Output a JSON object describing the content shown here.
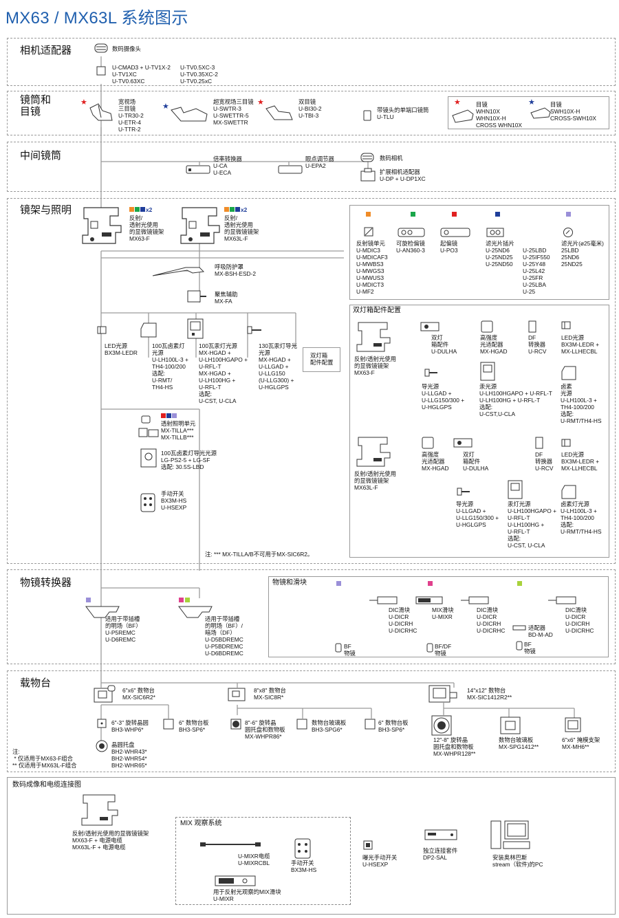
{
  "page_title": "MX63 / MX63L 系统图示",
  "sections": {
    "camera": "相机适配器",
    "tubes": "镜筒和\n目镜",
    "intermediate": "中间镜筒",
    "stand": "镜架与照明",
    "nosepiece": "物镜转换器",
    "stage": "载物台",
    "digital": "数码成像和电缆连接图"
  },
  "camera": {
    "digital_head": "数码摄像头",
    "adapters_left": "U-CMAD3 + U-TV1X-2\nU-TV1XC\nU-TV0.63XC",
    "adapters_right": "U-TV0.5XC-3\nU-TV0.35XC-2\nU-TV0.25xC"
  },
  "tubes": {
    "wide": "宽视场\n三目镜\nU-TR30-2\nU-ETR-4\nU-TTR-2",
    "superwide": "超宽视场三目镜\nU-SWTR-3\nU-SWETTR-5\nMX-SWETTR",
    "binocular": "双目镜\nU-BI30-2\nU-TBI-3",
    "single": "带镜头的单端口镜筒\nU-TLU",
    "eyepiece1_label": "目镜",
    "eyepiece1": "WHN10X\nWHN10X-H\nCROSS WHN10X",
    "eyepiece2_label": "目镜",
    "eyepiece2": "SWH10X-H\nCROSS-SWH10X"
  },
  "intermediate": {
    "magchanger": "倍率转换器\nU-CA\nU-ECA",
    "eyepoint": "眼点调节器\nU-EPA2",
    "digital_camera": "数码相机",
    "ext_adapter": "扩展相机适配器\nU-DP + U-DP1XC"
  },
  "stand": {
    "x2": "x2",
    "frame_f": "反射/\n透射光使用\n的显微镜镜架\nMX63-F",
    "frame_lf": "反射/\n透射光使用\n的显微镜镜架\nMX63L-F",
    "breath": "呼吸防护罩\nMX-BSH-ESD-2",
    "focus": "聚焦辅助\nMX-FA",
    "led": "LED光源\nBX3M-LEDR",
    "halogen100": "100瓦卤素灯\n光源\nU-LH100L-3 +\nTH4-100/200\n选配:\nU-RMT/\nTH4-HS",
    "mercury100": "100瓦汞灯光源\nMX-HGAD +\nU-LH100HGAPO +\nU-RFL-T\nMX-HGAD +\nU-LH100HG +\nU-RFL-T\n选配:\nU-CST, U-CLA",
    "lightguide130": "130瓦汞灯导光\n光源\nMX-HGAD +\nU-LLGAD +\nU-LLG150\n(U-LLG300) +\nU-HGLGPS",
    "dual_lamp_btn": "双灯箱\n配件配置",
    "trans_unit": "透射照明单元\nMX-TILLA***\nMX-TILLB***",
    "halogen100_lg": "100瓦卤素灯导光光源\nLG-PS2-5 + LG-SF\n选配: 30.5S-LBD",
    "handswitch": "手动开关\nBX3M-HS\nU-HSEXP",
    "note": "注: *** MX-TILLA/B不可用于MX-SIC6R2。"
  },
  "filters": {
    "mirror": "反射镜单元\nU-MDIC3\nU-MDICAF3\nU-MWBS3\nU-MWGS3\nU-MWUS3\nU-MDICT3\nU-MF2",
    "analyzer": "可旋检偏镜\nU-AN360-3",
    "polarizer": "起偏镜\nU-PO3",
    "slider": "滤光片插片\nU-25ND6\nU-25ND25\nU-25ND50",
    "slider2": "U-25LBD\nU-25IF550\nU-25Y48\nU-25L42\nU-25FR\nU-25LBA\nU-25",
    "filter25": "滤光片(ø25毫米)\n25LBD\n25ND6\n25ND25"
  },
  "dual": {
    "title": "双灯箱配件配置",
    "frame_f": "反射/透射光使用\n的显微镜镜架\nMX63-F",
    "dulha1": "双灯\n箱配件\nU-DULHA",
    "hgad1": "高强度\n光适配器\nMX-HGAD",
    "rcv1": "DF\n转换器\nU-RCV",
    "led1": "LED光源\nBX3M-LEDR +\nMX-LLHECBL",
    "lg1": "导光源\nU-LLGAD +\nU-LLG150/300 +\nU-HGLGPS",
    "hg1": "汞光源\nU-LH100HGAPO + U-RFL-T\nU-LH100HG + U-RFL-T\n选配:\nU-CST,U-CLA",
    "hal1": "卤素\n光源\nU-LH100L-3 +\nTH4-100/200\n选配:\nU-RMT/TH4-HS",
    "frame_lf": "反射/透射光使用\n的显微镜镜架\nMX63L-F",
    "hgad2": "高强度\n光适配器\nMX-HGAD",
    "dulha2": "双灯\n箱配件\nU-DULHA",
    "rcv2": "DF\n转换器\nU-RCV",
    "led2": "LED光源\nBX3M-LEDR +\nMX-LLHECBL",
    "lg2": "导光源\nU-LLGAD +\nU-LLG150/300 +\nU-HGLGPS",
    "hg2": "汞灯光源\nU-LH100HGAPO +\nU-RFL-T\nU-LH100HG +\nU-RFL-T\n选配:\nU-CST, U-CLA",
    "hal2": "卤素灯光源\nU-LH100L-3 +\nTH4-100/200\n选配:\nU-RMT/TH4-HS"
  },
  "nosepiece": {
    "bf": "适用于带插槽\n的明场（BF）\nU-P5REMC\nU-D6REMC",
    "bfdf": "适用于带插槽\n的明场（BF）/\n暗场（DF）\nU-D5BDREMC\nU-P5BDREMC\nU-D6BDREMC",
    "slider_title": "物镜和滑块",
    "obj_bf1": "BF\n物镜",
    "dic1": "DIC滑块\nU-DICR\nU-DICRH\nU-DICRHC",
    "mix": "MIX滑块\nU-MIXR",
    "obj_bfdf": "BF/DF\n物镜",
    "dic2": "DIC滑块\nU-DICR\nU-DICRH\nU-DICRHC",
    "obj_bf2": "BF\n物镜",
    "adapter": "适配器\nBD-M-AD",
    "dic3": "DIC滑块\nU-DICR\nU-DICRH\nU-DICRHC"
  },
  "stage": {
    "s6": "6\"x6\" 数物台\nMX-SIC6R2*",
    "s8": "8\"x8\" 数物台\nMX-SIC8R*",
    "s14": "14\"x12\" 数物台\nMX-SIC1412R2**",
    "whp6": "6\"-3\" 旋转晶圆\nBH3-WHP6*",
    "sp6a": "6\" 数物台板\nBH3-SP6*",
    "whp86": "8\"-6\" 旋转晶\n圆托盘和数物板\nMX-WHPR86*",
    "spg6": "数物台玻璃板\nBH3-SPG6*",
    "sp6b": "6\" 数物台板\nBH3-SP6*",
    "whp128": "12\"-8\" 旋转晶\n圆托盘和数物板\nMX-WHPR128**",
    "spg1412": "数物台玻璃板\nMX-SPG1412**",
    "mh6": "6\"x6\" 掩模支架\nMX-MH6**",
    "holder": "晶圆托盘\nBH2-WHR43*\nBH2-WHR54*\nBH2-WHR65*",
    "note": "注:\n * 仅适用于MX63-F组合\n** 仅适用于MX63L-F组合"
  },
  "digital": {
    "frame": "反射/透射光使用的显微镜镜架\nMX63-F + 电源电缆\nMX63L-F + 电源电缆",
    "mix_title": "MIX 观察系统",
    "cable": "U-MIXR电缆\nU-MIXRCBL",
    "hs": "手动开关\nBX3M-HS",
    "mixr": "用于反射光观察的MIX滑块\nU-MIXR",
    "hsexp": "曝光手动开关\nU-HSEXP",
    "dp2sal": "独立连接套件\nDP2-SAL",
    "pc": "安装奥林巴斯\nstream（软件)的PC"
  },
  "colors": {
    "title": "#1f5fae",
    "red": "#e02020",
    "blue": "#1f3e9a",
    "orange": "#f08c28",
    "green": "#1aa64a",
    "darkblue": "#1f3e9a",
    "purple": "#9a8fd8",
    "pink": "#e0408c",
    "lime": "#a8d23c"
  }
}
